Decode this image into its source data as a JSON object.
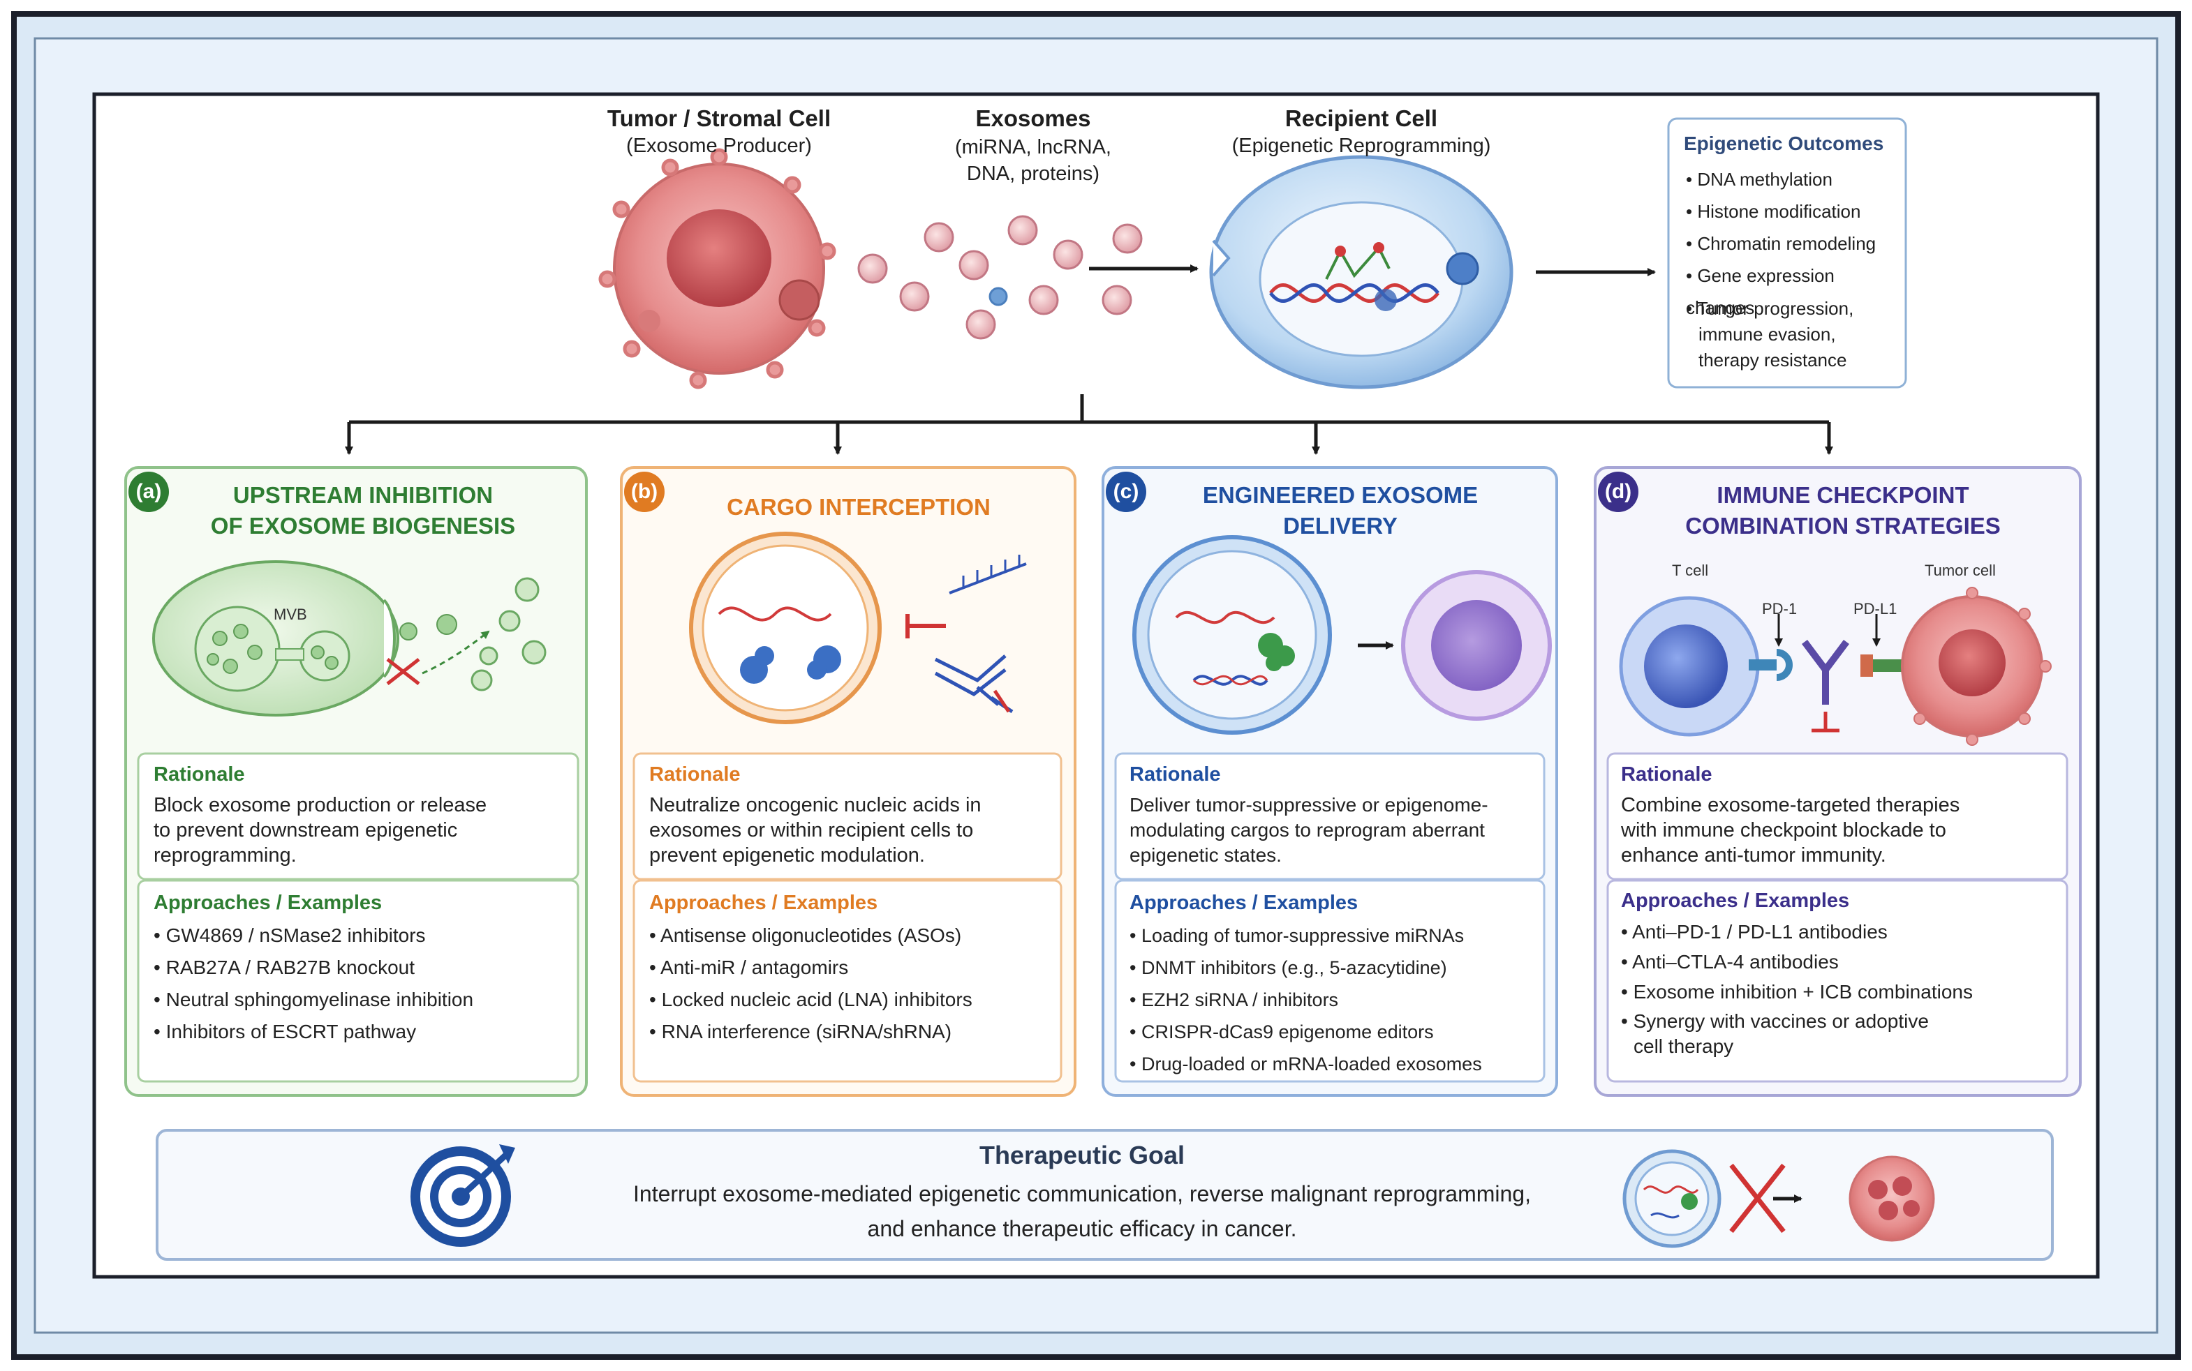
{
  "top": {
    "producer_title": "Tumor / Stromal Cell",
    "producer_sub": "(Exosome Producer)",
    "exosomes_title": "Exosomes",
    "exosomes_sub_1": "(miRNA, lncRNA,",
    "exosomes_sub_2": "DNA, proteins)",
    "recipient_title": "Recipient Cell",
    "recipient_sub": "(Epigenetic Reprogramming)"
  },
  "outcomes": {
    "title": "Epigenetic Outcomes",
    "items": [
      "DNA methylation",
      "Histone modification",
      "Chromatin remodeling",
      "Gene expression changes"
    ],
    "last_item_lines": [
      "Tumor progression,",
      "immune evasion,",
      "therapy resistance"
    ]
  },
  "panels": [
    {
      "badge": "(a)",
      "title_1": "UPSTREAM INHIBITION",
      "title_2": "OF EXOSOME BIOGENESIS",
      "color": "#2e7d32",
      "illustration_label": "MVB",
      "rationale_label": "Rationale",
      "rationale_lines": [
        "Block exosome production or release",
        "to prevent downstream epigenetic",
        "reprogramming."
      ],
      "approaches_label": "Approaches / Examples",
      "approaches": [
        "GW4869 / nSMase2 inhibitors",
        "RAB27A / RAB27B knockout",
        "Neutral sphingomyelinase inhibition",
        "Inhibitors of ESCRT pathway"
      ]
    },
    {
      "badge": "(b)",
      "title_1": "CARGO INTERCEPTION",
      "title_2": "",
      "color": "#e07b22",
      "rationale_label": "Rationale",
      "rationale_lines": [
        "Neutralize oncogenic nucleic acids in",
        "exosomes or within recipient cells to",
        "prevent epigenetic modulation."
      ],
      "approaches_label": "Approaches / Examples",
      "approaches": [
        "Antisense oligonucleotides (ASOs)",
        "Anti-miR / antagomirs",
        "Locked nucleic acid (LNA) inhibitors",
        "RNA interference (siRNA/shRNA)"
      ]
    },
    {
      "badge": "(c)",
      "title_1": "ENGINEERED EXOSOME",
      "title_2": "DELIVERY",
      "color": "#1f4fa0",
      "rationale_label": "Rationale",
      "rationale_lines": [
        "Deliver tumor-suppressive or epigenome-",
        "modulating cargos to reprogram aberrant",
        "epigenetic states."
      ],
      "approaches_label": "Approaches / Examples",
      "approaches": [
        "Loading of tumor-suppressive miRNAs",
        "DNMT inhibitors (e.g., 5-azacytidine)",
        "EZH2 siRNA / inhibitors",
        "CRISPR-dCas9 epigenome editors",
        "Drug-loaded or mRNA-loaded exosomes"
      ]
    },
    {
      "badge": "(d)",
      "title_1": "IMMUNE CHECKPOINT",
      "title_2": "COMBINATION STRATEGIES",
      "color": "#3b2f8a",
      "t_cell_label": "T cell",
      "tumor_cell_label": "Tumor cell",
      "pd1_label": "PD-1",
      "pdl1_label": "PD-L1",
      "rationale_label": "Rationale",
      "rationale_lines": [
        "Combine exosome-targeted therapies",
        "with immune checkpoint blockade to",
        "enhance anti-tumor immunity."
      ],
      "approaches_label": "Approaches / Examples",
      "approaches": [
        "Anti–PD-1 / PD-L1 antibodies",
        "Anti–CTLA-4 antibodies",
        "Exosome inhibition + ICB combinations"
      ],
      "last_approach_lines": [
        "Synergy with vaccines or adoptive",
        "cell therapy"
      ]
    }
  ],
  "goal": {
    "title": "Therapeutic Goal",
    "line_1": "Interrupt exosome-mediated epigenetic communication, reverse malignant reprogramming,",
    "line_2": "and enhance therapeutic efficacy in cancer."
  },
  "colors": {
    "panel_a": "#2e7d32",
    "panel_b": "#e07b22",
    "panel_c": "#1f4fa0",
    "panel_d": "#3b2f8a",
    "frame": "#dbe9f6"
  }
}
